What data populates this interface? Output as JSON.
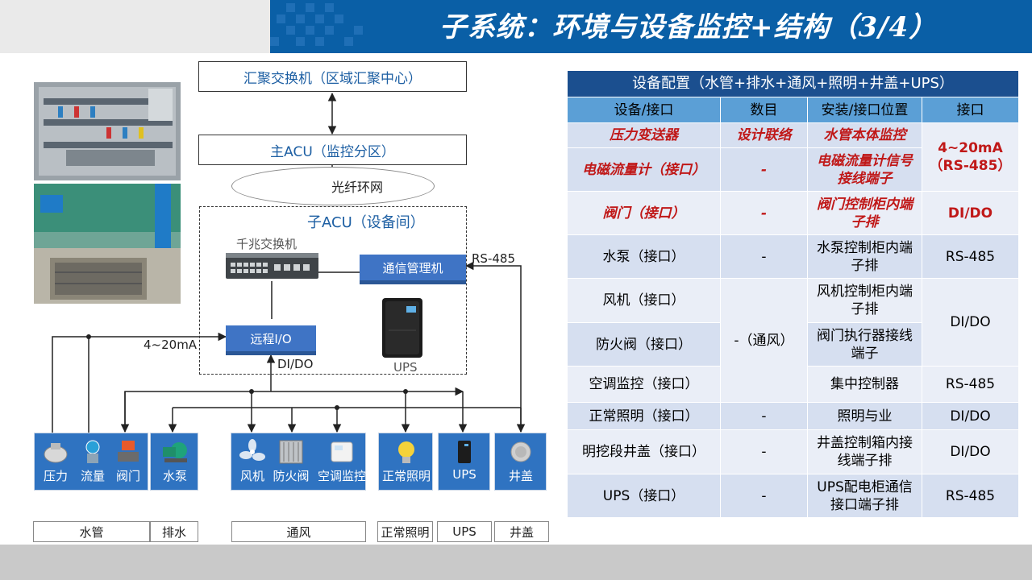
{
  "header": {
    "title": "子系统：环境与设备监控+结构（3/4）"
  },
  "diagram": {
    "aggregation_switch": "汇聚交换机（区域汇聚中心）",
    "main_acu": "主ACU（监控分区）",
    "fiber_ring": "光纤环网",
    "sub_acu": "子ACU（设备间）",
    "gigabit_switch": "千兆交换机",
    "comm_manager": "通信管理机",
    "remote_io": "远程I/O",
    "ups_label": "UPS",
    "rs485": "RS-485",
    "ma_label": "4~20mA",
    "dido_label": "DI/DO",
    "devices": {
      "pressure": "压力",
      "flow": "流量",
      "valve": "阀门",
      "pump": "水泵",
      "fan": "风机",
      "fire_damper": "防火阀",
      "ac_monitor": "空调监控",
      "lighting": "正常照明",
      "ups": "UPS",
      "manhole": "井盖"
    },
    "categories": {
      "water_pipe": "水管",
      "drainage": "排水",
      "ventilation": "通风",
      "lighting": "正常照明",
      "ups": "UPS",
      "manhole": "井盖"
    }
  },
  "table": {
    "title": "设备配置（水管+排水+通风+照明+井盖+UPS）",
    "headers": [
      "设备/接口",
      "数目",
      "安装/接口位置",
      "接口"
    ],
    "rows": [
      {
        "device": "压力变送器",
        "count": "设计联络",
        "location": "水管本体监控"
      },
      {
        "device": "电磁流量计（接口）",
        "count": "-",
        "location": "电磁流量计信号接线端子"
      },
      {
        "device": "阀门（接口）",
        "count": "-",
        "location": "阀门控制柜内端子排",
        "iface": "DI/DO"
      },
      {
        "device": "水泵（接口）",
        "count": "-",
        "location": "水泵控制柜内端子排",
        "iface": "RS-485"
      },
      {
        "device": "风机（接口）",
        "location": "风机控制柜内端子排"
      },
      {
        "device": "防火阀（接口）",
        "location": "阀门执行器接线端子"
      },
      {
        "device": "空调监控（接口）",
        "location": "集中控制器",
        "iface": "RS-485"
      },
      {
        "device": "正常照明（接口）",
        "count": "-",
        "location": "照明与业",
        "iface": "DI/DO"
      },
      {
        "device": "明挖段井盖（接口）",
        "count": "-",
        "location": "井盖控制箱内接线端子排",
        "iface": "DI/DO"
      },
      {
        "device": "UPS（接口）",
        "count": "-",
        "location": "UPS配电柜通信接口端子排",
        "iface": "RS-485"
      }
    ],
    "merged": {
      "iface_pressure_flow": "4~20mA（RS-485）",
      "iface_fan_damper": "DI/DO",
      "count_ventilation": "-（通风）"
    }
  },
  "colors": {
    "header_bg": "#0a5fa6",
    "table_title_bg": "#1b4f8f",
    "table_header_bg": "#5b9fd6",
    "row_light": "#d6dff0",
    "row_pale": "#eaeef7",
    "highlight_red": "#c01818",
    "device_blue": "#2f73c1"
  }
}
